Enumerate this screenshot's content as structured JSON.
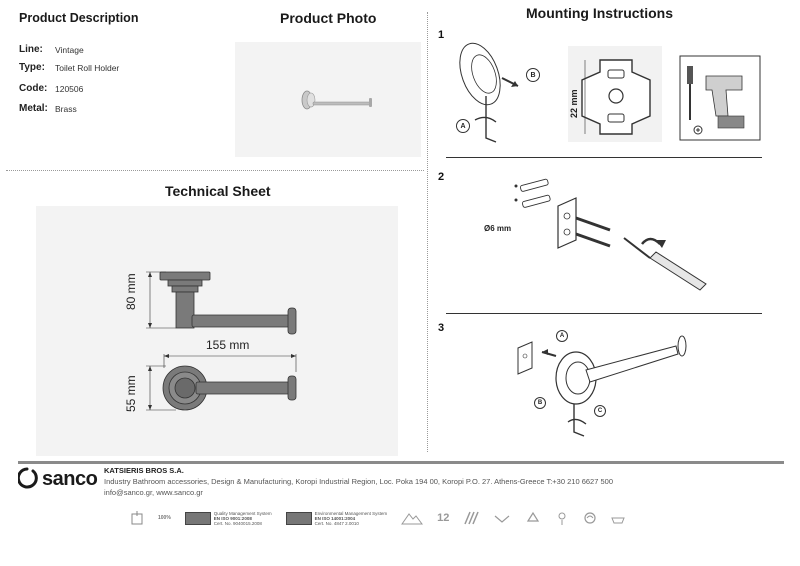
{
  "left": {
    "description_title": "Product Description",
    "fields": [
      {
        "key": "Line:",
        "value": "Vintage"
      },
      {
        "key": "Type:",
        "value": "Toilet Roll Holder"
      },
      {
        "key": "Code:",
        "value": "120506"
      },
      {
        "key": "Metal:",
        "value": "Brass"
      }
    ],
    "photo_title": "Product Photo",
    "tech_title": "Technical Sheet",
    "dims": {
      "height": "80 mm",
      "width": "155 mm",
      "depth": "55 mm"
    }
  },
  "mounting": {
    "title": "Mounting Instructions",
    "steps": [
      "1",
      "2",
      "3"
    ],
    "labels": {
      "a": "A",
      "b": "B",
      "c": "C"
    },
    "dim_22": "22 mm",
    "dim_6": "Ø6 mm"
  },
  "footer": {
    "brand": "sanco",
    "company": "KATSIERIS BROS S.A.",
    "address": "Industry Bathroom accessories, Design & Manufacturing, Koropi Industrial Region, Loc. Poka 194 00, Koropi P.O. 27. Athens-Greece   T:+30 210 6627 500",
    "contact": "info@sanco.gr, www.sanco.gr",
    "certs": [
      {
        "line1": "Quality Management System",
        "line2": "EN ISO 9001:2008",
        "line3": "Cert. No. 9040015.2008"
      },
      {
        "line1": "Environmental Management System",
        "line2": "EN ISO 14001:2004",
        "line3": "Cert. No. 4847 2.0010"
      }
    ],
    "years": "12",
    "pct": "100%"
  },
  "colors": {
    "panel": "#f3f3f3",
    "metal": "#6f6f6f",
    "text": "#1a1a1a"
  }
}
